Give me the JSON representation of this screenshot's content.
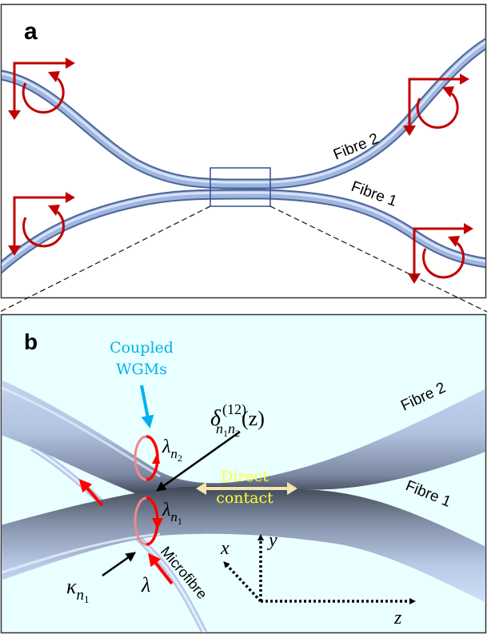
{
  "panel_a": {
    "label": "a",
    "fibre_2_label": "Fibre 2",
    "fibre_1_label": "Fibre 1",
    "frame_color": "#333333",
    "fibre_color": "#8fa8d8",
    "arrow_color": "#c00000",
    "zoom_box_color": "#2f528f"
  },
  "panel_b": {
    "label": "b",
    "background_color": "#eaffff",
    "coupled_wgms_line1": "Coupled",
    "coupled_wgms_line2": "WGMs",
    "coupled_wgms_color": "#00b0f0",
    "delta_symbol": "δ",
    "delta_superscript": "(12)",
    "delta_subscript_n1": "n",
    "delta_subscript_n1_index": "1",
    "delta_subscript_n2": "n",
    "delta_subscript_n2_index": "2",
    "delta_argument": "(z)",
    "lambda_n2_symbol": "λ",
    "lambda_n2_sub": "n",
    "lambda_n2_sub_index": "2",
    "lambda_n1_symbol": "λ",
    "lambda_n1_sub": "n",
    "lambda_n1_sub_index": "1",
    "direct_contact_line1": "Direct",
    "direct_contact_line2": "contact",
    "direct_contact_color": "#ffff33",
    "fibre_2_label": "Fibre 2",
    "fibre_1_label": "Fibre 1",
    "microfibre_label": "Microfibre",
    "kappa_symbol": "κ",
    "kappa_sub": "n",
    "kappa_sub_index": "1",
    "lambda_input": "λ",
    "axis_x": "x",
    "axis_y": "y",
    "axis_z": "z",
    "wgm_ring_color": "#ff0000"
  }
}
